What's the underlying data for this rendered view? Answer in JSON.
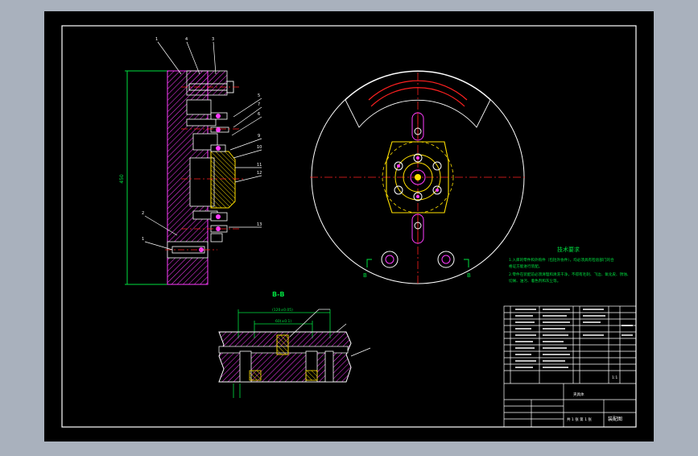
{
  "section_label": "B-B",
  "section_marks": [
    "B",
    "B"
  ],
  "dims": {
    "overall_height": "450",
    "bb_top": "(120±0.05)",
    "bb_mid": "60(±0.1)"
  },
  "balloons": [
    "1",
    "4",
    "3",
    "5",
    "7",
    "6",
    "9",
    "10",
    "11",
    "12",
    "13",
    "2",
    "1"
  ],
  "tech_req": {
    "title": "技术要求",
    "lines": [
      "1.入库的零件和外购件（包括外协件），均必须具有检验部门的合",
      "格证方能进行装配。",
      "2.零件在装配前必须清理和清洗干净，不得有毛刺、飞边、氧化皮、锈蚀、",
      "切屑、油污、着色剂和灰尘等。"
    ]
  },
  "title_block": {
    "name": "夹具体",
    "drawing_title": "装配图",
    "scale": "1:1",
    "sheet": "共 1 张 第 1 张"
  },
  "colors": {
    "frame": "#ffffff",
    "cut": "#ff2020",
    "magenta": "#ff3cff",
    "yellow": "#ffe000",
    "green": "#00e040",
    "cyan": "#00ffff"
  }
}
